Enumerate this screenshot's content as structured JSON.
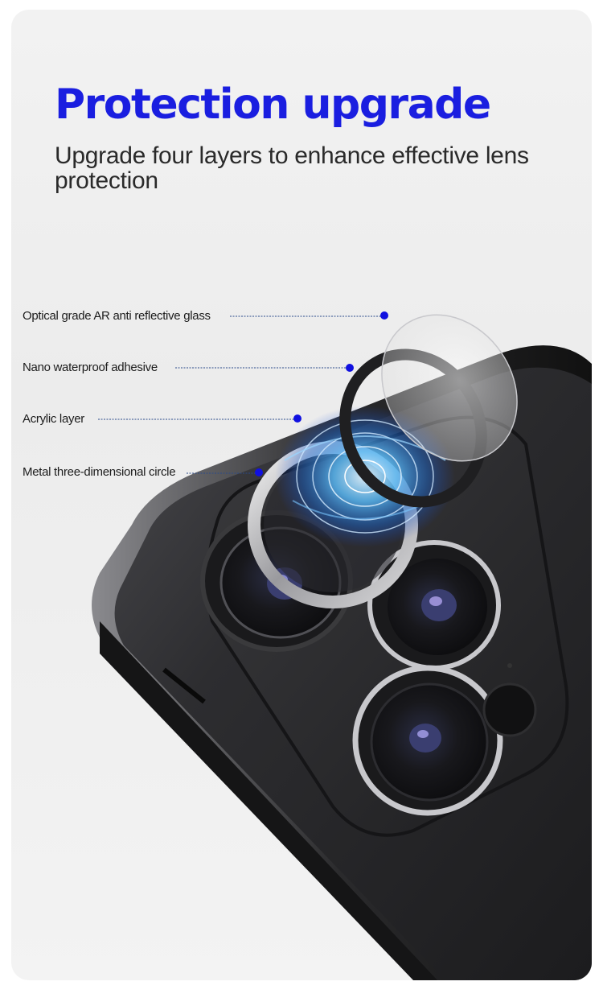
{
  "header": {
    "title": "Protection upgrade",
    "subtitle": "Upgrade four layers to enhance effective lens protection"
  },
  "layers": [
    {
      "label": "Optical grade AR anti reflective glass"
    },
    {
      "label": "Nano waterproof adhesive"
    },
    {
      "label": "Acrylic layer"
    },
    {
      "label": "Metal three-dimensional circle"
    }
  ],
  "colors": {
    "title": "#1a1ee0",
    "callout_dot": "#1010e0",
    "callout_line": "#2a4a8a",
    "phone_body": "#2a2a2c",
    "glow": "#3aa8ff"
  }
}
